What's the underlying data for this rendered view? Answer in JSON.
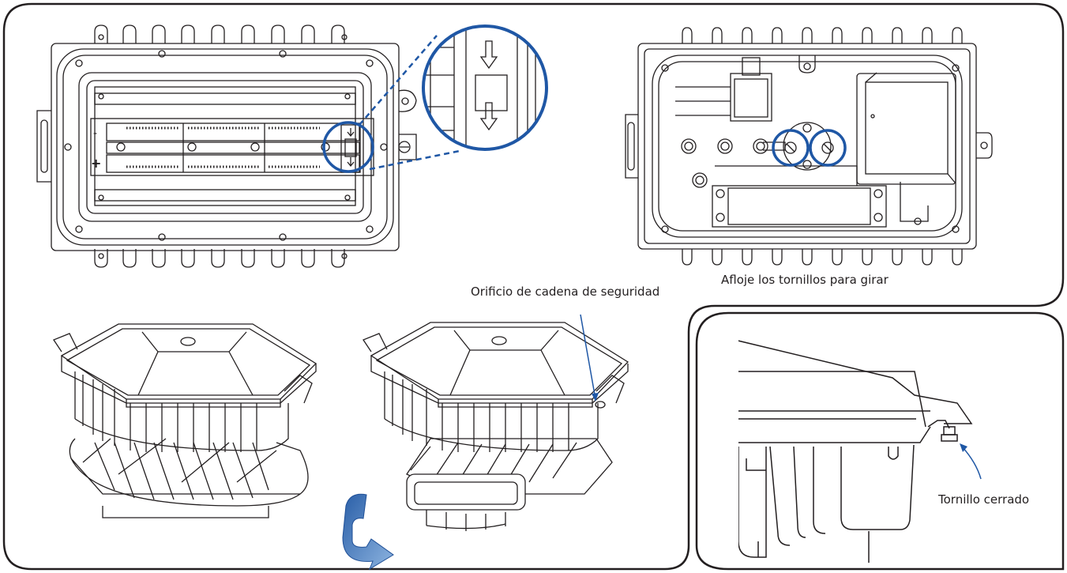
{
  "labels": {
    "safety_chain_hole": "Orificio de cadena de seguridad",
    "loosen_screws": "Afloje los tornillos para girar",
    "closed_screw": "Tornillo cerrado"
  },
  "panels": {
    "top_left": "housing-top-view-with-magnified-latch",
    "top_right": "housing-inside-view-with-screw-callouts",
    "bottom_left": "housing-open-and-rotate-sequence",
    "bottom_right": "closed-screw-side-detail"
  },
  "colors": {
    "line": "#231f20",
    "accent": "#1f57a5",
    "arrow_light": "#6f9ed3"
  },
  "icons": {
    "rotate_arrow": "curved-rotate-arrow-icon",
    "latch_arrow": "down-arrow-icon"
  }
}
